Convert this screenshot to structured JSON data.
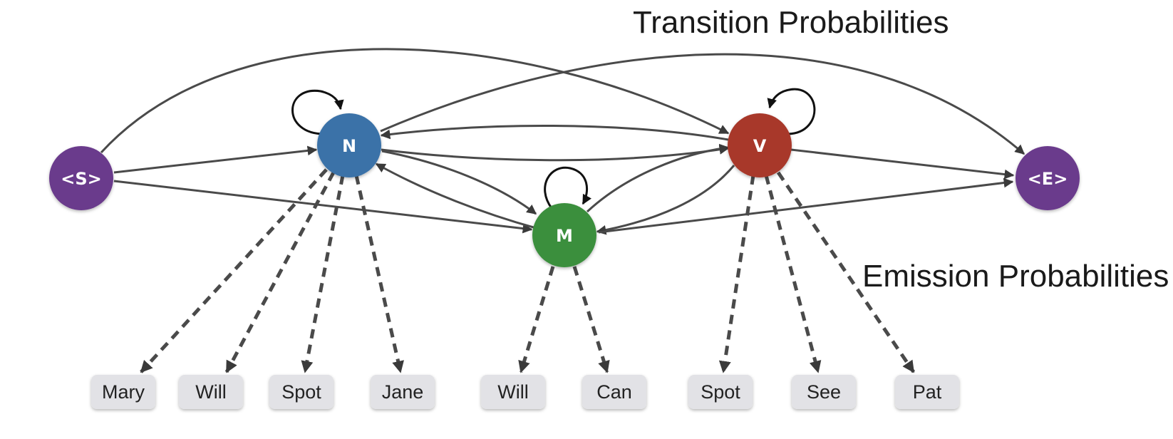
{
  "captions": {
    "transition": "Transition Probabilities",
    "emission": "Emission Probabilities"
  },
  "states": {
    "start": {
      "label": "<S>",
      "color": "#6b3a8c"
    },
    "noun": {
      "label": "N",
      "color": "#3a72a8"
    },
    "modal": {
      "label": "M",
      "color": "#3a8f3c"
    },
    "verb": {
      "label": "V",
      "color": "#a8382c"
    },
    "end": {
      "label": "<E>",
      "color": "#6b3a8c"
    }
  },
  "observations": {
    "noun": [
      "Mary",
      "Will",
      "Spot",
      "Jane"
    ],
    "modal": [
      "Will",
      "Can"
    ],
    "verb": [
      "Spot",
      "See",
      "Pat"
    ]
  },
  "colors": {
    "edge": "#4a4a4a",
    "self_loop": "#111111",
    "word_box": "#e2e2e6"
  }
}
